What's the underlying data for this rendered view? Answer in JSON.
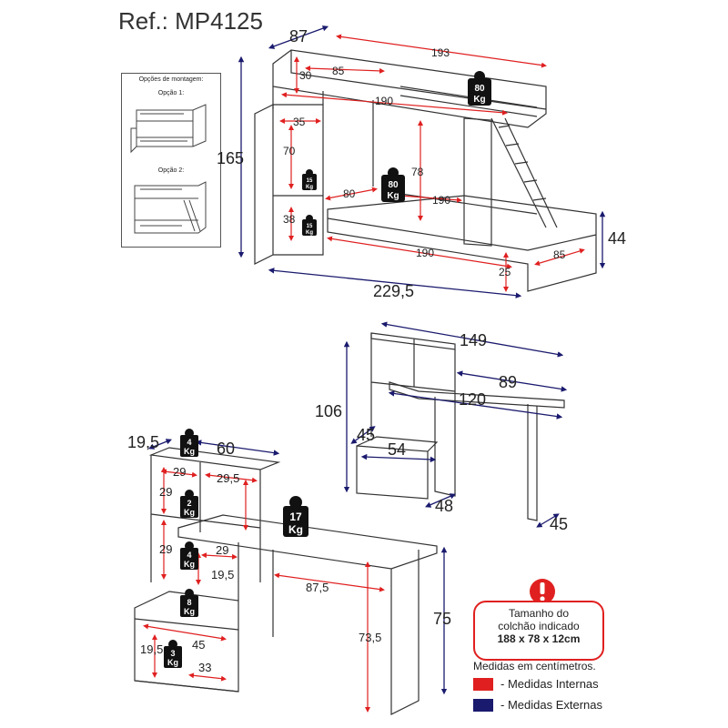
{
  "header": {
    "ref": "Ref.: MP4125"
  },
  "mounting_options": {
    "title": "Opções de montagem:",
    "option1": "Opção 1:",
    "option2": "Opção 2:"
  },
  "bunk_bed": {
    "dims_external": [
      "87",
      "193",
      "165",
      "229,5",
      "44"
    ],
    "dims_internal": [
      "30",
      "85",
      "190",
      "35",
      "70",
      "78",
      "80",
      "190",
      "38",
      "190",
      "25",
      "85"
    ],
    "loads": [
      {
        "value": "80",
        "unit": "Kg"
      },
      {
        "value": "15",
        "unit": "Kg"
      },
      {
        "value": "80",
        "unit": "Kg"
      },
      {
        "value": "15",
        "unit": "Kg"
      }
    ]
  },
  "desk_small": {
    "dims_external": [
      "149",
      "89",
      "120",
      "106",
      "45",
      "54",
      "48",
      "45"
    ]
  },
  "desk_large": {
    "dims_external": [
      "19,5",
      "60",
      "75"
    ],
    "dims_internal": [
      "29",
      "29,5",
      "29",
      "29",
      "29",
      "19,5",
      "87,5",
      "73,5",
      "45",
      "19,5",
      "33"
    ],
    "loads": [
      {
        "value": "4",
        "unit": "Kg"
      },
      {
        "value": "2",
        "unit": "Kg"
      },
      {
        "value": "17",
        "unit": "Kg"
      },
      {
        "value": "4",
        "unit": "Kg"
      },
      {
        "value": "8",
        "unit": "Kg"
      },
      {
        "value": "3",
        "unit": "Kg"
      }
    ]
  },
  "notice": {
    "line1": "Tamanho do",
    "line2": "colchão indicado",
    "line3": "188 x 78 x 12cm"
  },
  "legend": {
    "note": "Medidas em centímetros.",
    "internal": {
      "label": "- Medidas Internas",
      "color": "#e02020"
    },
    "external": {
      "label": "- Medidas Externas",
      "color": "#1a1a6e"
    }
  },
  "colors": {
    "red": "#e02020",
    "blue": "#1a1a6e",
    "line": "#333333"
  }
}
